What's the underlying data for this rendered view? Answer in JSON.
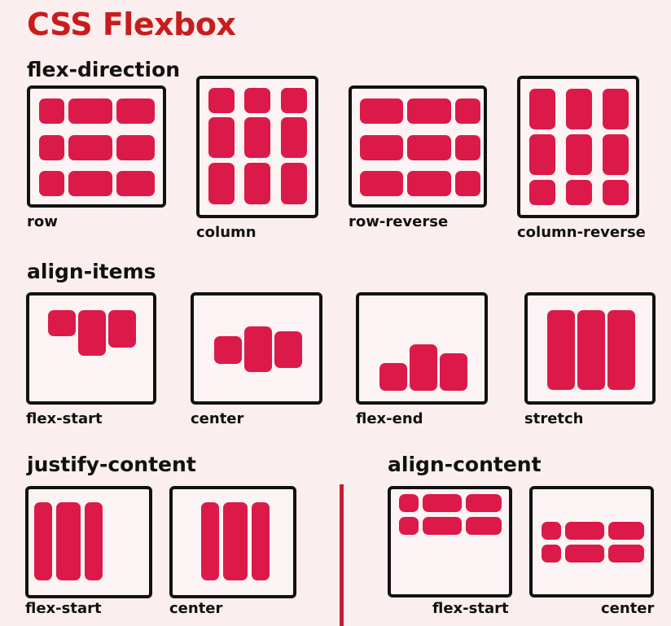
{
  "title": "CSS Flexbox",
  "sections": [
    {
      "title": "flex-direction",
      "items": [
        {
          "label": "row"
        },
        {
          "label": "column"
        },
        {
          "label": "row-reverse"
        },
        {
          "label": "column-reverse"
        }
      ]
    },
    {
      "title": "align-items",
      "items": [
        {
          "label": "flex-start"
        },
        {
          "label": "center"
        },
        {
          "label": "flex-end"
        },
        {
          "label": "stretch"
        }
      ]
    },
    {
      "title": "justify-content",
      "items": [
        {
          "label": "flex-start"
        },
        {
          "label": "center"
        }
      ]
    },
    {
      "title": "align-content",
      "items": [
        {
          "label": "flex-start"
        },
        {
          "label": "center"
        }
      ]
    }
  ],
  "colors": {
    "title": "#c81d1d",
    "item": "#db1a49",
    "border": "#111111",
    "divider": "#c51f34",
    "background": "#fbeeee"
  }
}
